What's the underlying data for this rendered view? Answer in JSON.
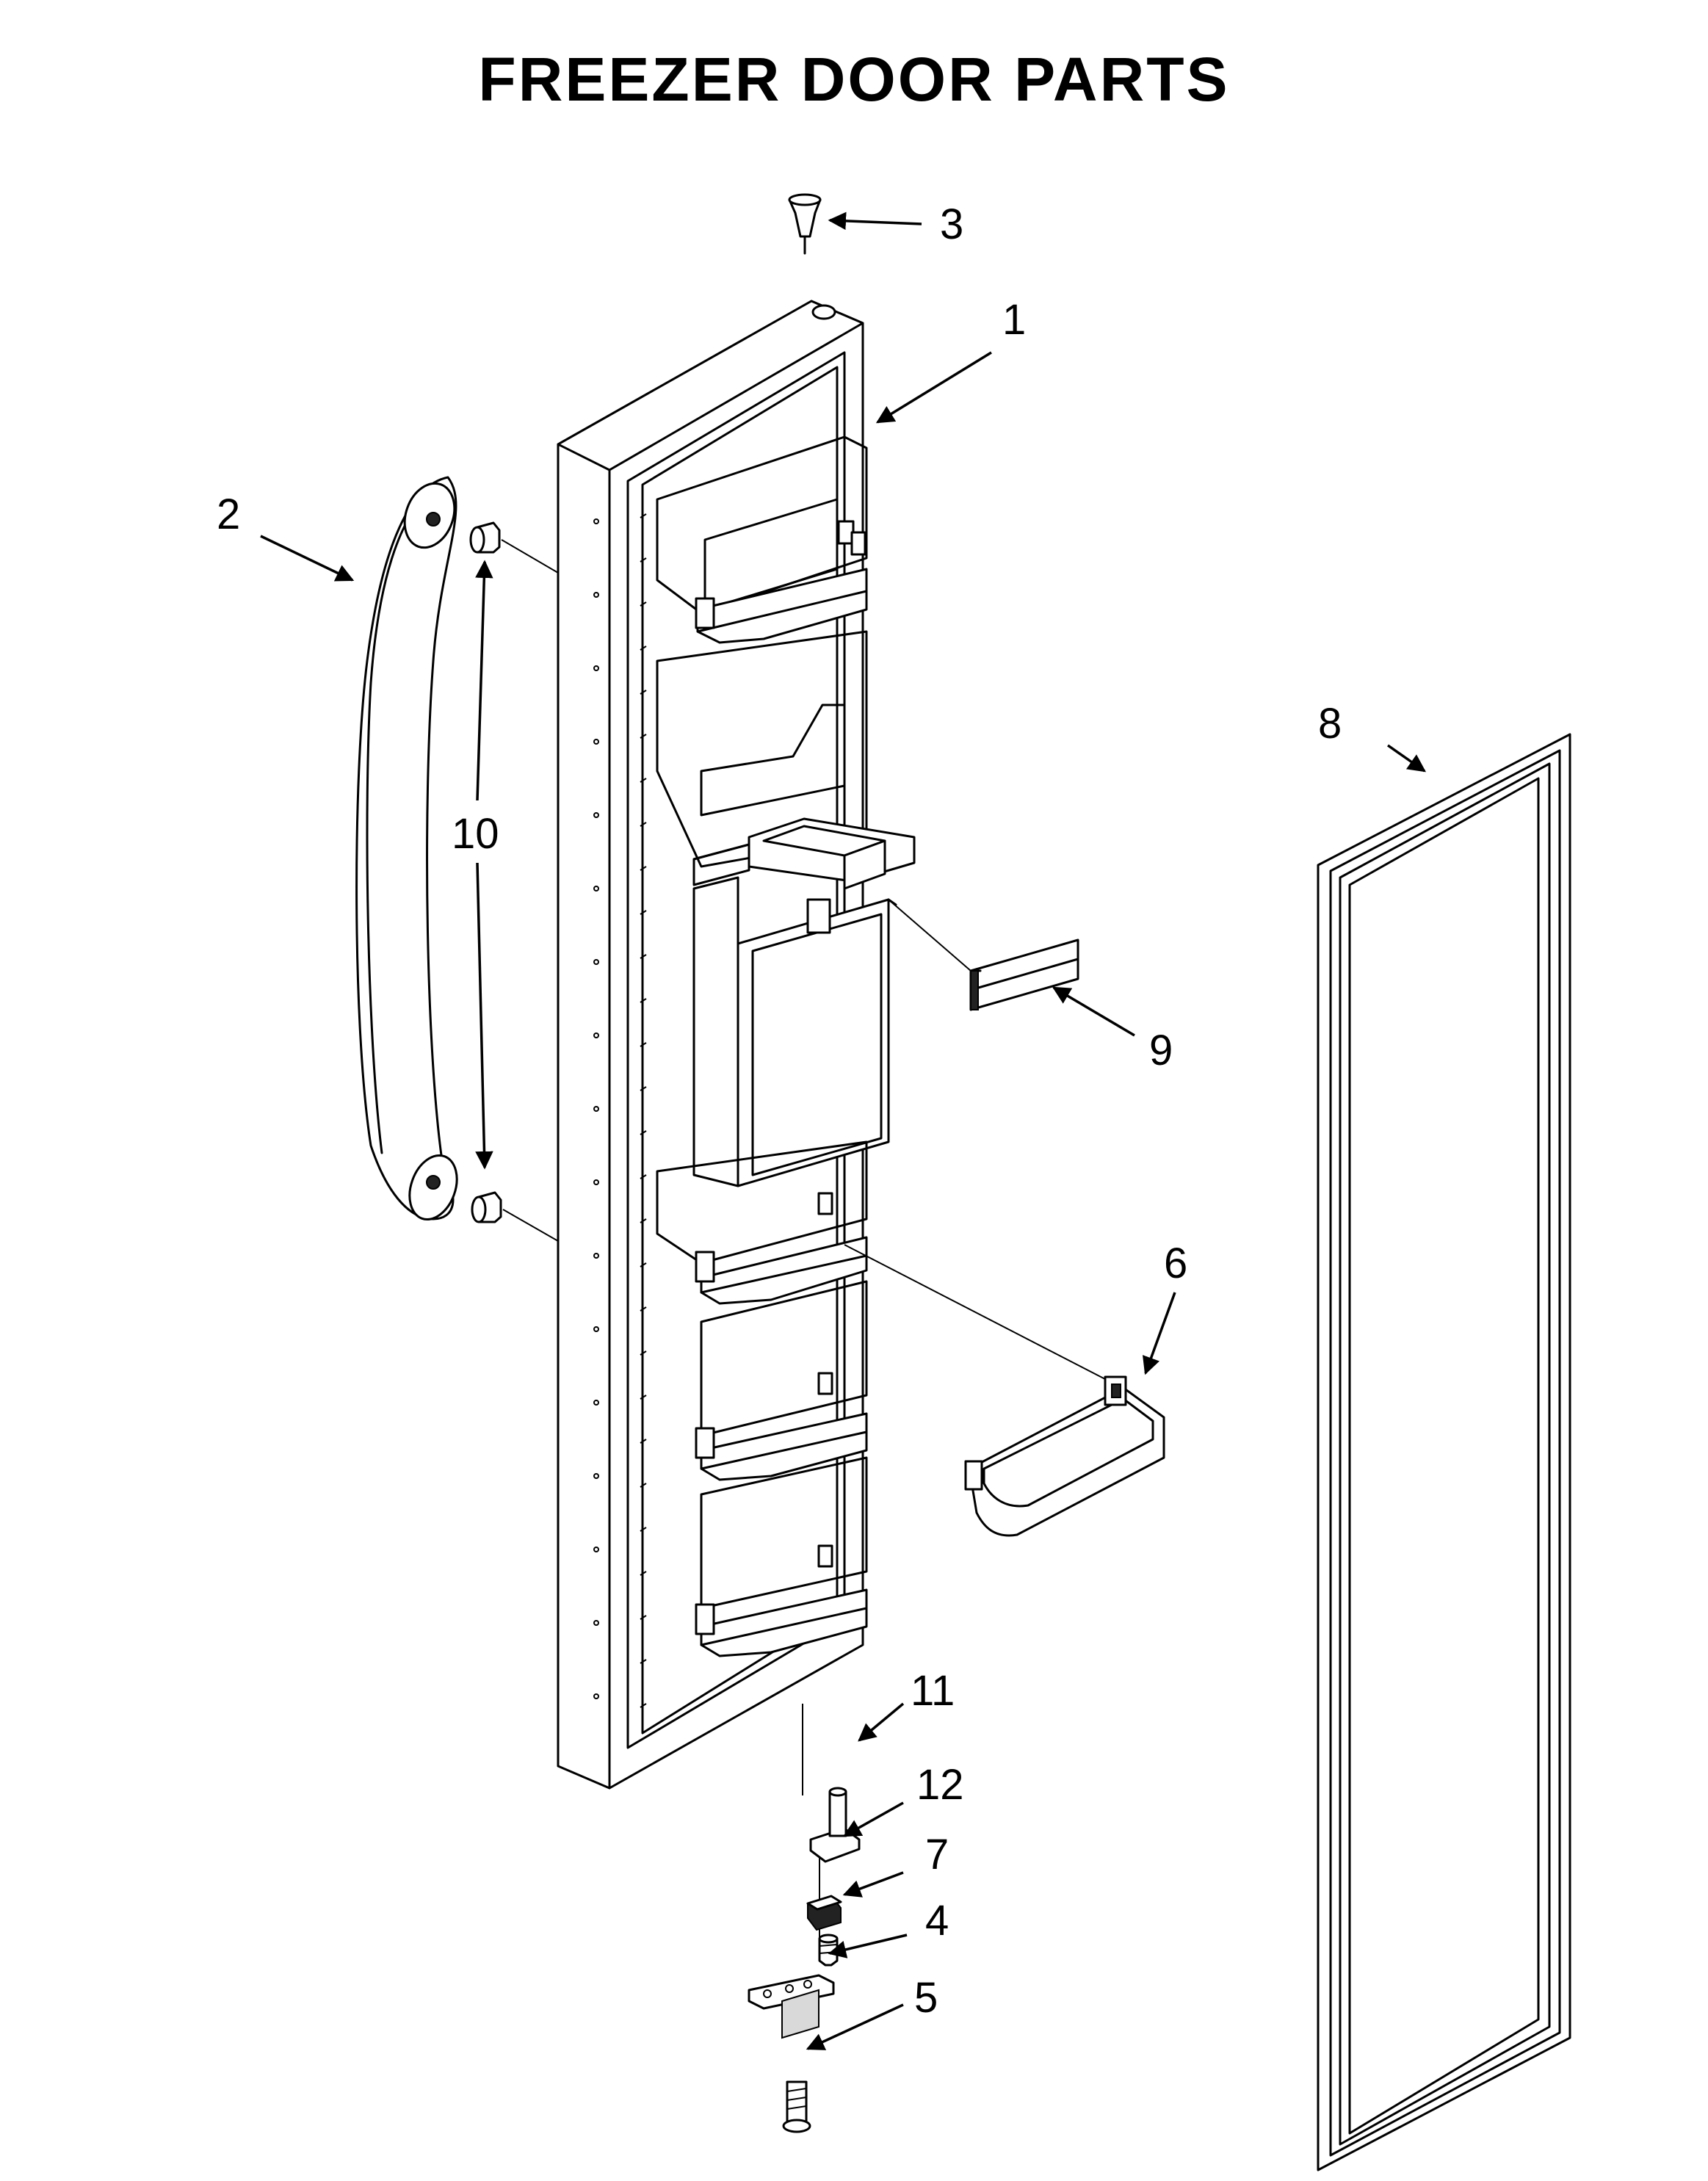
{
  "title": "FREEZER DOOR PARTS",
  "callouts": [
    {
      "id": "1",
      "label": "1"
    },
    {
      "id": "2",
      "label": "2"
    },
    {
      "id": "3",
      "label": "3"
    },
    {
      "id": "4",
      "label": "4"
    },
    {
      "id": "5",
      "label": "5"
    },
    {
      "id": "6",
      "label": "6"
    },
    {
      "id": "7",
      "label": "7"
    },
    {
      "id": "8",
      "label": "8"
    },
    {
      "id": "9",
      "label": "9"
    },
    {
      "id": "10",
      "label": "10"
    },
    {
      "id": "11",
      "label": "11"
    },
    {
      "id": "12",
      "label": "12"
    }
  ]
}
